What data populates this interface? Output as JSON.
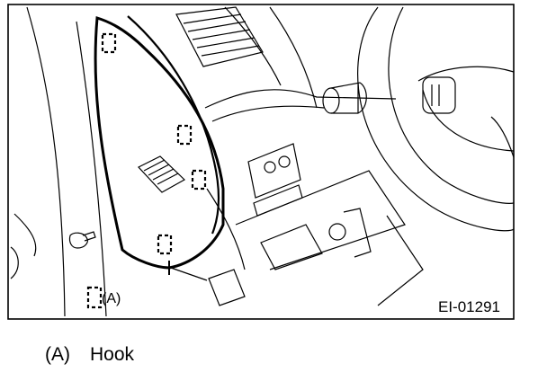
{
  "figure": {
    "code": "EI-01291",
    "callout_label": "(A)"
  },
  "legend": {
    "items": [
      {
        "key": "(A)",
        "text": "Hook"
      }
    ]
  }
}
